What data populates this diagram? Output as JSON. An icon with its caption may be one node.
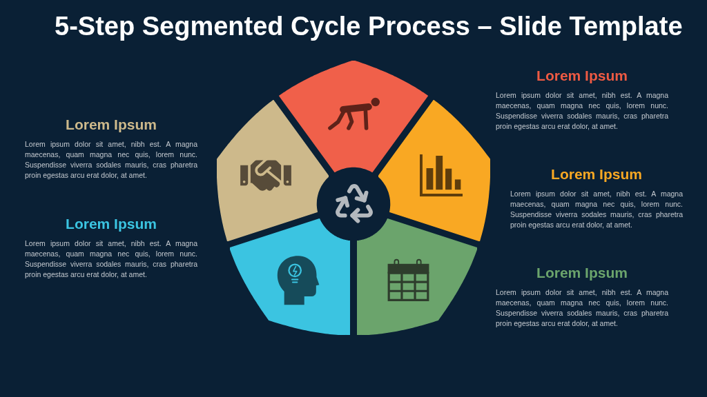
{
  "diagram": {
    "title": "5-Step Segmented Cycle Process – Slide Template",
    "nodes": [
      {
        "text": [],
        "shape": "segment",
        "beside": [
          "Lorem Ipsum",
          "Lorem ipsum dolor sit amet, nibh est. A magna maecenas, quam magna nec quis, lorem nunc. Suspendisse viverra sodales mauris, cras pharetra proin egestas arcu erat dolor, at amet."
        ]
      },
      {
        "text": [],
        "shape": "segment",
        "beside": [
          "Lorem Ipsum",
          "Lorem ipsum dolor sit amet, nibh est. A magna maecenas, quam magna nec quis, lorem nunc. Suspendisse viverra sodales mauris, cras pharetra proin egestas arcu erat dolor, at amet."
        ]
      },
      {
        "text": [],
        "shape": "segment",
        "beside": [
          "Lorem Ipsum",
          "Lorem ipsum dolor sit amet, nibh est. A magna maecenas, quam magna nec quis, lorem nunc. Suspendisse viverra sodales mauris, cras pharetra proin egestas arcu erat dolor, at amet."
        ]
      },
      {
        "text": [],
        "shape": "segment",
        "beside": [
          "Lorem Ipsum",
          "Lorem ipsum dolor sit amet, nibh est. A magna maecenas, quam magna nec quis, lorem nunc. Suspendisse viverra sodales mauris, cras pharetra proin egestas arcu erat dolor, at amet."
        ]
      },
      {
        "text": [],
        "shape": "segment",
        "beside": [
          "Lorem Ipsum",
          "Lorem ipsum dolor sit amet, nibh est. A magna maecenas, quam magna nec quis, lorem nunc. Suspendisse viverra sodales mauris, cras pharetra proin egestas arcu erat dolor, at amet."
        ]
      }
    ]
  }
}
